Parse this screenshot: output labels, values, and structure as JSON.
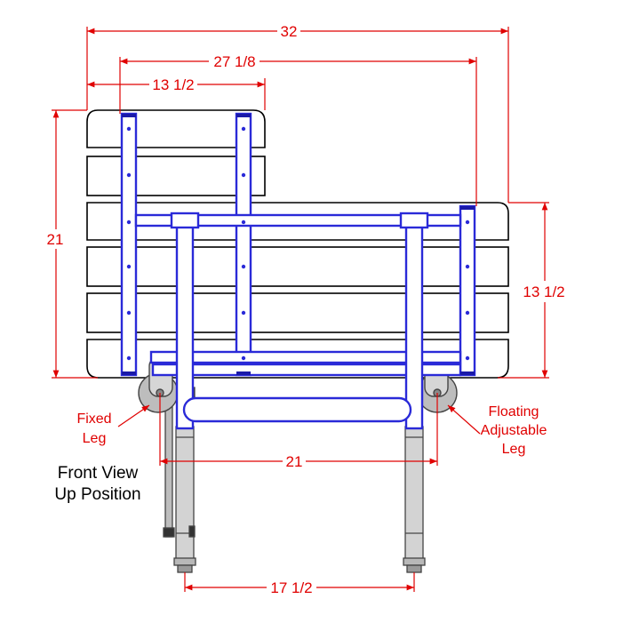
{
  "dimensions": {
    "overall_width": "32",
    "upper_width": "27 1/8",
    "back_width": "13 1/2",
    "overall_height": "21",
    "seat_height": "13 1/2",
    "leg_spacing": "21",
    "foot_spacing": "17 1/2"
  },
  "callouts": {
    "fixed_leg": [
      "Fixed",
      "Leg"
    ],
    "floating_leg": [
      "Floating",
      "Adjustable",
      "Leg"
    ]
  },
  "view_label": [
    "Front View",
    "Up Position"
  ],
  "colors": {
    "dimension": "#e00000",
    "frame": "#2a2ad8",
    "outline": "#000000",
    "leg_fill": "#d0d0d0",
    "bracket_fill": "#bdbdbd"
  }
}
